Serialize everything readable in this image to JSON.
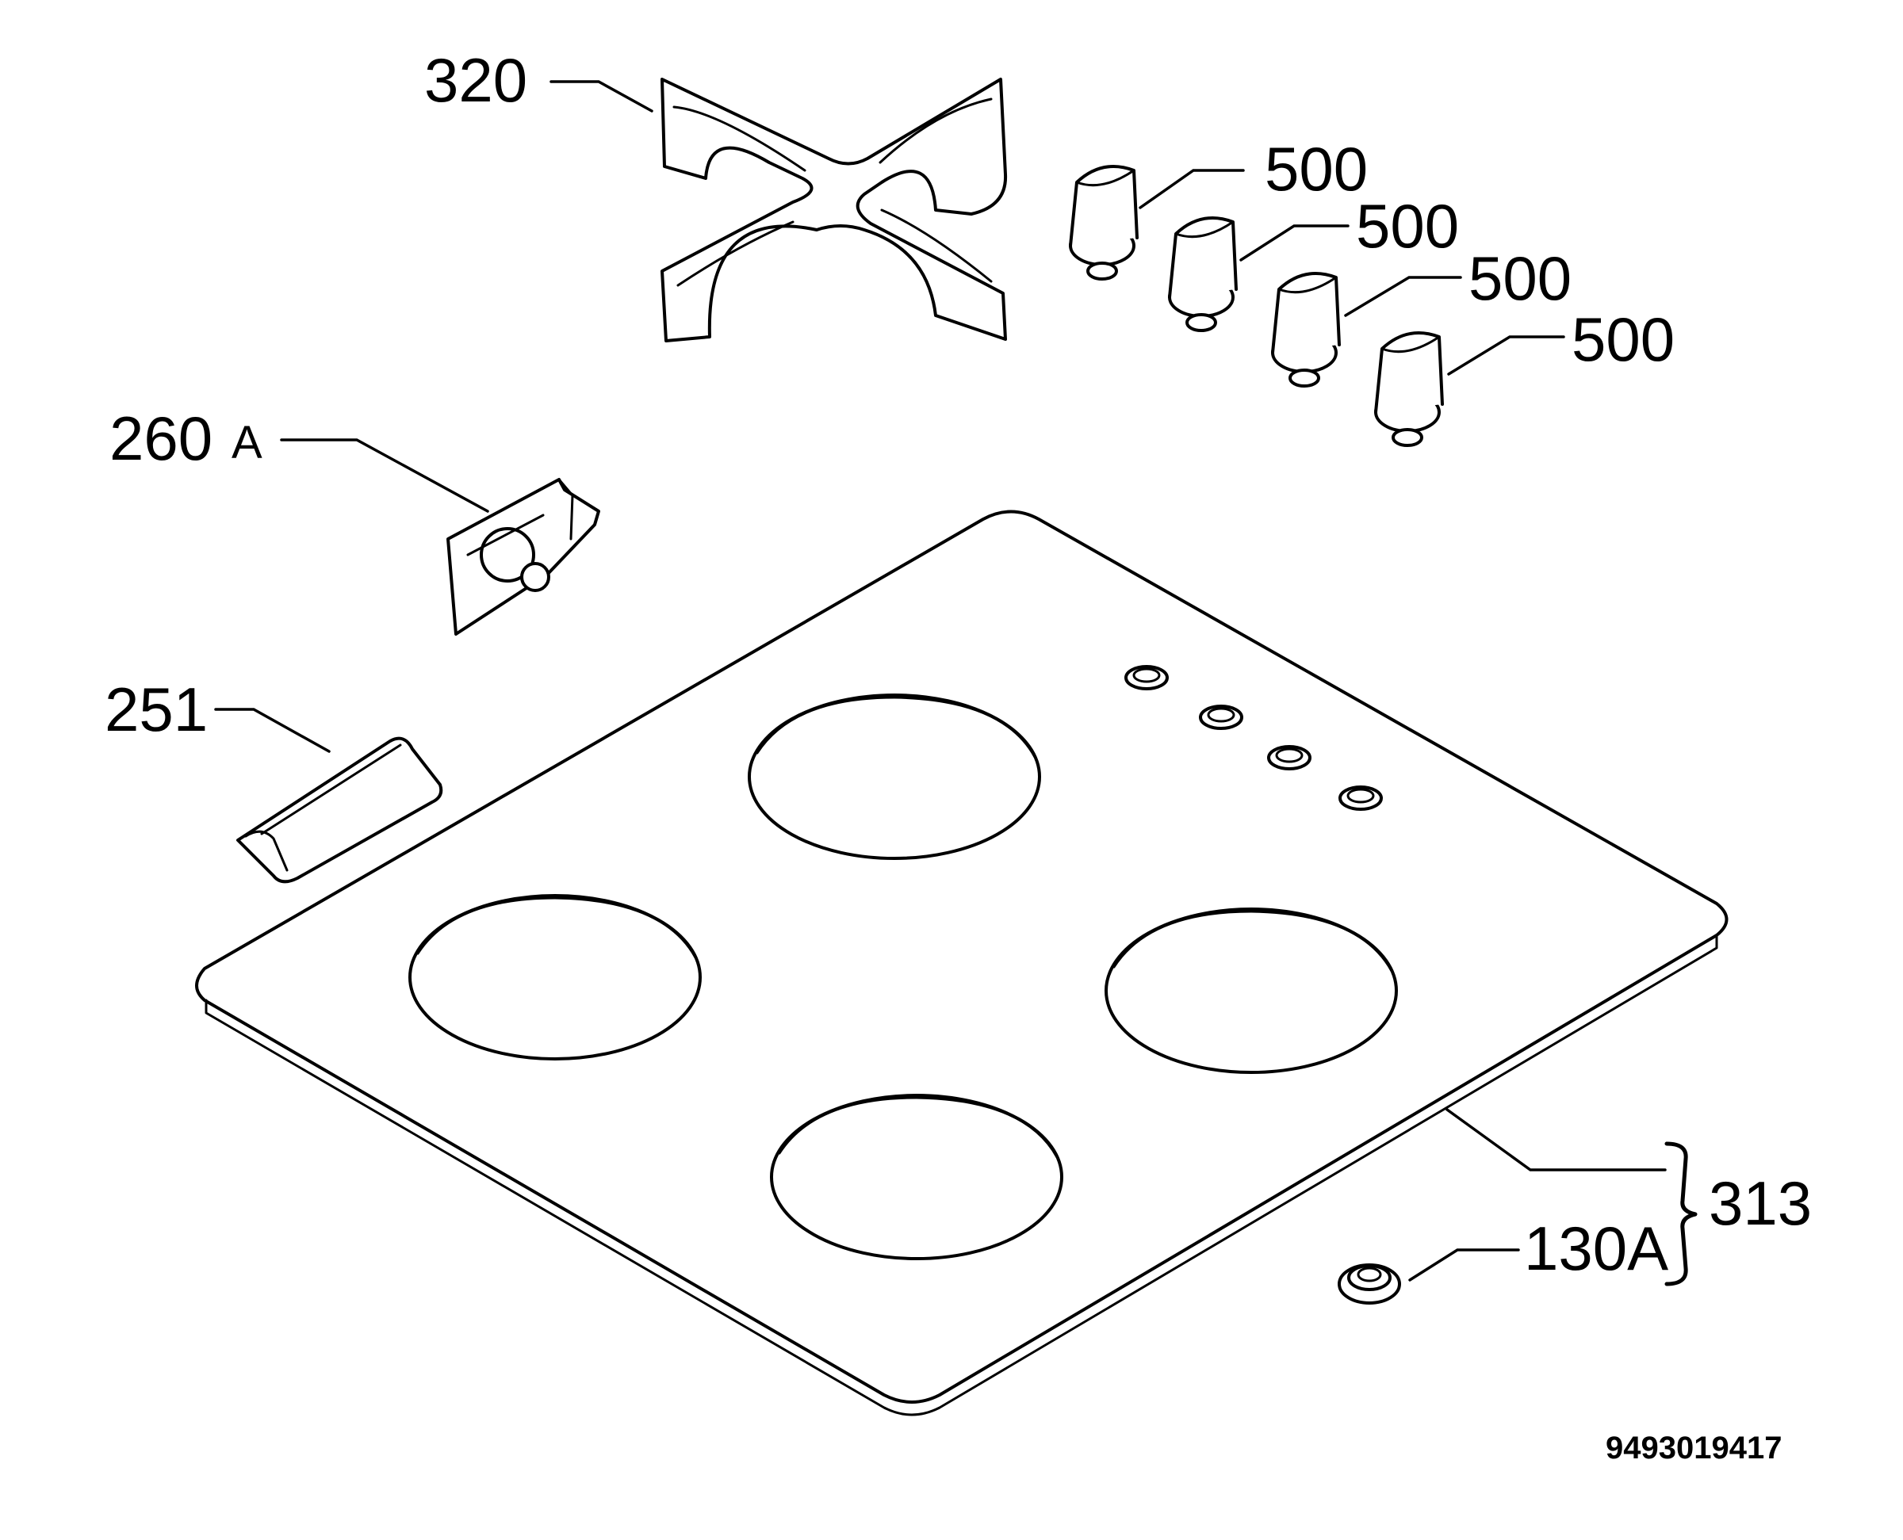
{
  "labels": {
    "pan_support": "320",
    "knob_1": "500",
    "knob_2": "500",
    "knob_3": "500",
    "knob_4": "500",
    "clip_number": "260",
    "clip_suffix": "A",
    "seal_strip": "251",
    "hob_top_group": "313",
    "grommet": "130A"
  },
  "document_number": "9493019417",
  "colors": {
    "line": "#000000",
    "background": "#ffffff"
  }
}
